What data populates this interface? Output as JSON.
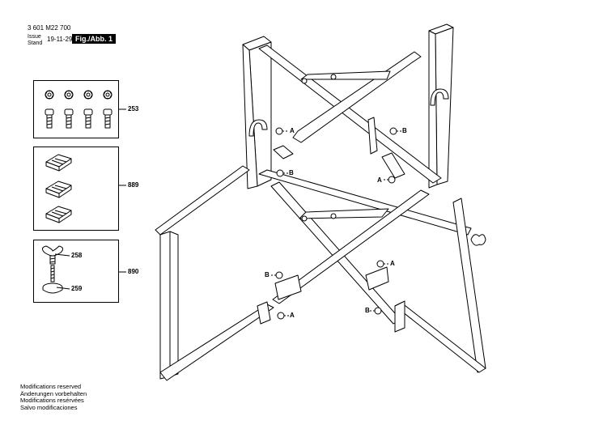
{
  "header": {
    "part_number": "3 601 M22 700",
    "issue_label": "Issue",
    "stand_label": "Stand",
    "date": "19-11-29",
    "figure_label": "Fig./Abb. 1"
  },
  "callouts": {
    "kit_253": "253",
    "kit_889": "889",
    "kit_890": "890",
    "part_258": "258",
    "part_259": "259",
    "letter_a": "A",
    "letter_b": "B"
  },
  "footer": {
    "lines": [
      "Modifications reserved",
      "Änderungen vorbehalten",
      "Modifications resérvées",
      "Salvo modificaciones"
    ]
  }
}
